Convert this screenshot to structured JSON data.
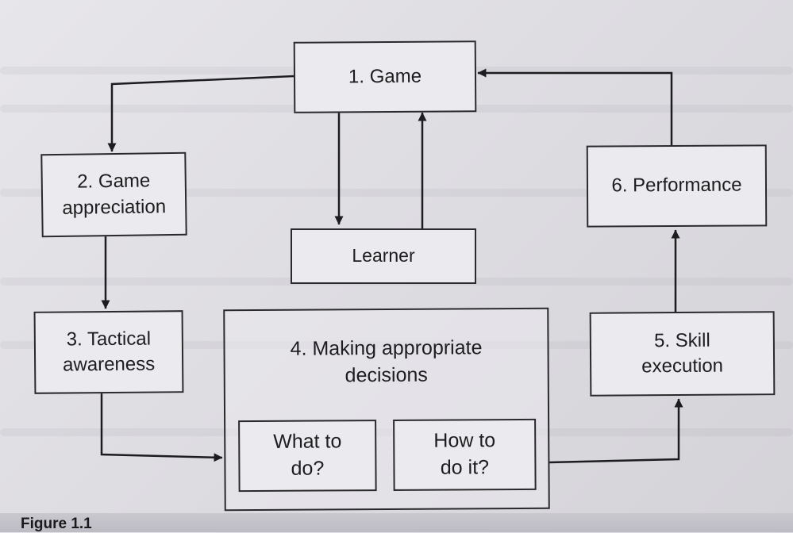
{
  "nodes": {
    "game": "1. Game",
    "game_appreciation": [
      "2. Game",
      "appreciation"
    ],
    "tactical_awareness": [
      "3. Tactical",
      "awareness"
    ],
    "decisions": [
      "4. Making appropriate",
      "decisions"
    ],
    "what_to_do": [
      "What to",
      "do?"
    ],
    "how_to_do": [
      "How to",
      "do it?"
    ],
    "skill_execution": [
      "5. Skill",
      "execution"
    ],
    "performance": "6. Performance",
    "learner": "Learner"
  },
  "caption": "Figure 1.1"
}
